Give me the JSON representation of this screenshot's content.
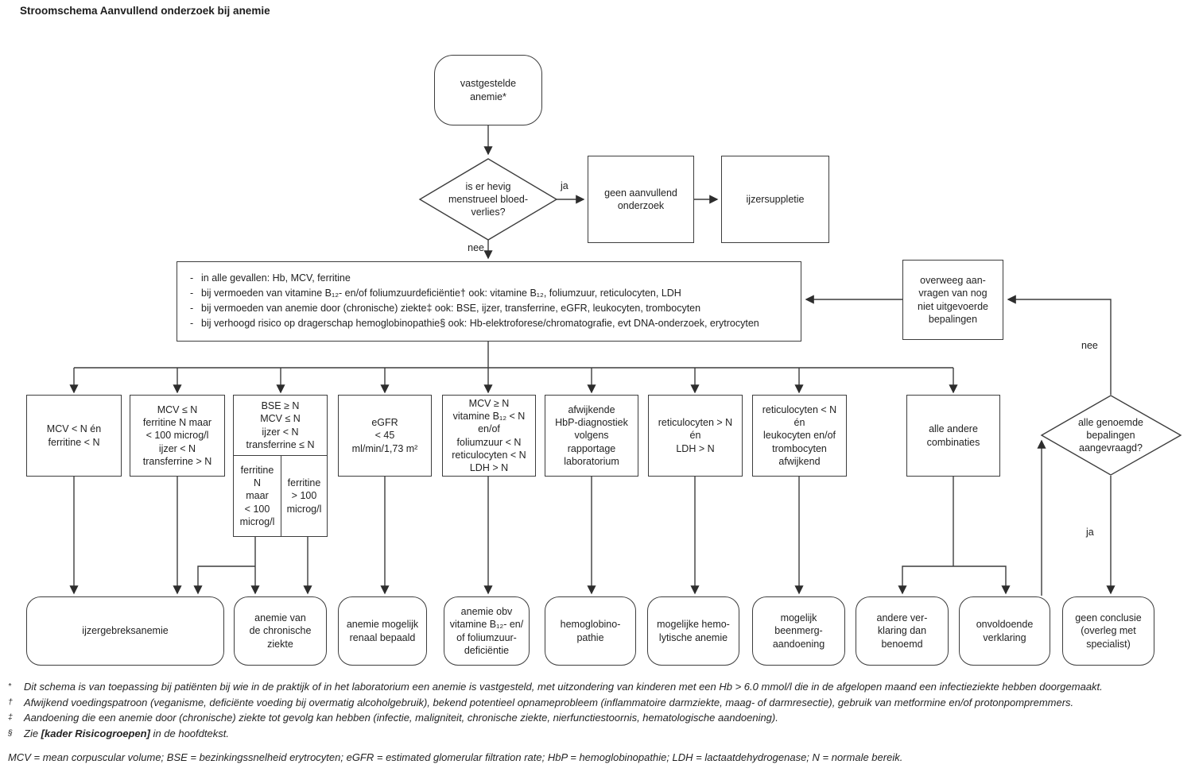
{
  "title": "Stroomschema Aanvullend onderzoek bij anemie",
  "nodes": {
    "bullet": "-",
    "start": "vastgestelde\nanemie*",
    "decision_menstrueel": "is er hevig\nmenstrueel bloed-\nverlies?",
    "ja_1": "ja",
    "nee_1": "nee",
    "geen_aanvullend": "geen aanvullend\nonderzoek",
    "ijzersuppletie": "ijzersuppletie",
    "tests_lines": [
      "in alle gevallen: Hb, MCV, ferritine",
      "bij vermoeden van vitamine B₁₂- en/of foliumzuurdeficiëntie† ook: vitamine B₁₂, foliumzuur, reticulocyten, LDH",
      "bij vermoeden van anemie door (chronische) ziekte‡ ook: BSE, ijzer, transferrine, eGFR, leukocyten, trombocyten",
      "bij verhoogd risico op dragerschap hemoglobinopathie§ ook: Hb-elektroforese/chromatografie, evt DNA-onderzoek, erytrocyten"
    ],
    "overweeg": "overweeg aan-\nvragen van nog\nniet uitgevoerde\nbepalingen",
    "decision_bepalingen": "alle genoemde\nbepalingen\naangevraagd?",
    "nee_2": "nee",
    "ja_2": "ja"
  },
  "conditions": [
    {
      "label": "MCV < N én\nferritine < N"
    },
    {
      "label": "MCV ≤ N\nferritine N maar\n< 100 microg/l\nijzer < N\ntransferrine > N"
    },
    {
      "label": "BSE ≥ N\nMCV ≤ N\nijzer < N\ntransferrine ≤ N",
      "sub_left": "ferritine\nN\nmaar\n< 100\nmicrog/l",
      "sub_right": "ferritine\n> 100\nmicrog/l"
    },
    {
      "label": "eGFR\n< 45\nml/min/1,73 m²"
    },
    {
      "label": "MCV ≥ N\nvitamine B₁₂ < N\nen/of\nfoliumzuur < N\nreticulocyten < N\nLDH > N"
    },
    {
      "label": "afwijkende\nHbP-diagnostiek\nvolgens\nrapportage\nlaboratorium"
    },
    {
      "label": "reticulocyten > N\nén\nLDH > N"
    },
    {
      "label": "reticulocyten < N\nén\nleukocyten en/of\ntrombocyten\nafwijkend"
    },
    {
      "label": "alle andere\ncombinaties"
    }
  ],
  "outcomes": [
    {
      "label": "ijzergebreksanemie"
    },
    {
      "label": "anemie van\nde chronische\nziekte"
    },
    {
      "label": "anemie mogelijk\nrenaal bepaald"
    },
    {
      "label": "anemie obv\nvitamine B₁₂- en/\nof foliumzuur-\ndeficiëntie"
    },
    {
      "label": "hemoglobino-\npathie"
    },
    {
      "label": "mogelijke hemo-\nlytische anemie"
    },
    {
      "label": "mogelijk\nbeenmerg-\naandoening"
    },
    {
      "label": "andere ver-\nklaring dan\nbenoemd"
    },
    {
      "label": "onvoldoende\nverklaring"
    },
    {
      "label": "geen conclusie\n(overleg met\nspecialist)"
    }
  ],
  "footnotes": [
    {
      "marker": "*",
      "text": "Dit schema is van toepassing bij patiënten bij wie in de praktijk of in het laboratorium een anemie is vastgesteld, met uitzondering van kinderen met een Hb > 6.0 mmol/l die in de afgelopen maand een infectieziekte hebben doorgemaakt."
    },
    {
      "marker": "†",
      "text": "Afwijkend voedingspatroon (veganisme, deficiënte voeding bij overmatig alcoholgebruik), bekend potentieel opnameprobleem (inflammatoire darmziekte, maag- of darmresectie), gebruik van metformine en/of protonpompremmers."
    },
    {
      "marker": "‡",
      "text": "Aandoening die een anemie door (chronische) ziekte tot gevolg kan hebben (infectie, maligniteit, chronische ziekte, nierfunctiestoornis, hematologische aandoening)."
    },
    {
      "marker": "§",
      "prefix": "Zie ",
      "bold": "[kader Risicogroepen]",
      "suffix": " in de hoofdtekst."
    }
  ],
  "legend": "MCV = mean corpuscular volume; BSE = bezinkingssnelheid erytrocyten; eGFR = estimated glomerular filtration rate; HbP = hemoglobinopathie; LDH = lactaatdehydrogenase; N = normale bereik."
}
